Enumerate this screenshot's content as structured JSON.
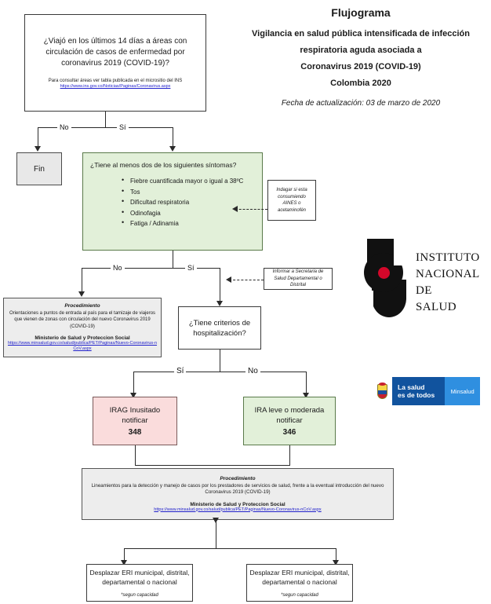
{
  "title": {
    "heading": "Flujograma",
    "line1": "Vigilancia en salud pública intensificada de infección",
    "line2": "respiratoria aguda asociada a",
    "line3": "Coronavirus 2019 (COVID-19)",
    "line4": "Colombia 2020",
    "date": "Fecha de actualización: 03 de marzo de 2020"
  },
  "nodes": {
    "travel_question": {
      "text": "¿Viajó en los últimos 14 días a áreas con circulación de casos de enfermedad por coronavirus 2019 (COVID-19)?",
      "note": "Para consultar áreas ver tabla publicada en el micrositio del INS",
      "link": "https://www.ins.gov.co/Noticias/Paginas/Coronavirus.aspx"
    },
    "end": {
      "label": "Fin"
    },
    "symptoms": {
      "question": "¿Tiene al menos dos de los siguientes síntomas?",
      "items": [
        "Fiebre cuantificada mayor o igual a 38ºC",
        "Tos",
        "Dificultad respiratoria",
        "Odinofagia",
        "Fatiga / Adinamia"
      ]
    },
    "note_aines": {
      "text": "Indagar si esta consumiendo AINES o acetaminofén"
    },
    "note_secretaria": {
      "text": "Informar a Secretaria de Salud Departamental o Distrital"
    },
    "procedure_left": {
      "title": "Procedimiento",
      "body": "Orientaciones a puntos de entrada al país para el tamizaje de viajeros que vienen de zonas con circulación del nuevo Coronavirus 2019 (COVID-19)",
      "ministry": "Ministerio de Salud y Proteccion Social",
      "link": "https://www.minsalud.gov.co/salud/publica/PET/Paginas/Nuevo-Coronavirus-nCoV.aspx"
    },
    "hospitalization_question": {
      "text": "¿Tiene criterios de hospitalización?"
    },
    "irag": {
      "line1": "IRAG Inusitado",
      "line2": "notificar",
      "code": "348"
    },
    "ira": {
      "line1": "IRA leve o moderada",
      "line2": "notificar",
      "code": "346"
    },
    "procedure_bottom": {
      "title": "Procedimiento",
      "body": "Lineamientos para la detección y manejo de casos por los prestadores de servicios de salud, frente a la eventual introducción del nuevo Coronavirus 2019 (COVID-19)",
      "ministry": "Ministerio de Salud y Proteccion Social",
      "link": "https://www.minsalud.gov.co/salud/publica/PET/Paginas/Nuevo-Coronavirus-nCoV.aspx"
    },
    "eri_left": {
      "line1": "Desplazar ERI municipal, distrital,",
      "line2": "departamental o nacional",
      "footnote": "*segun capacidad"
    },
    "eri_right": {
      "line1": "Desplazar ERI municipal, distrital,",
      "line2": "departamental o nacional",
      "footnote": "*segun capacidad"
    }
  },
  "edge_labels": {
    "travel_no": "No",
    "travel_yes": "Sí",
    "symptoms_no": "No",
    "symptoms_yes": "Sí",
    "hosp_yes": "Sí",
    "hosp_no": "No"
  },
  "logos": {
    "ins": {
      "line1": "INSTITUTO",
      "line2": "NACIONAL DE",
      "line3": "SALUD"
    },
    "minsalud": {
      "slogan1": "La salud",
      "slogan2": "es de todos",
      "brand": "Minsalud"
    }
  },
  "colors": {
    "green_fill": "#e2f0d9",
    "pink_fill": "#fadcdc",
    "gray_fill": "#e8e8e8",
    "link": "#2222cc",
    "ins_red": "#d4072a",
    "minsalud_blue": "#11539e",
    "minsalud_lightblue": "#2f8fe0"
  }
}
